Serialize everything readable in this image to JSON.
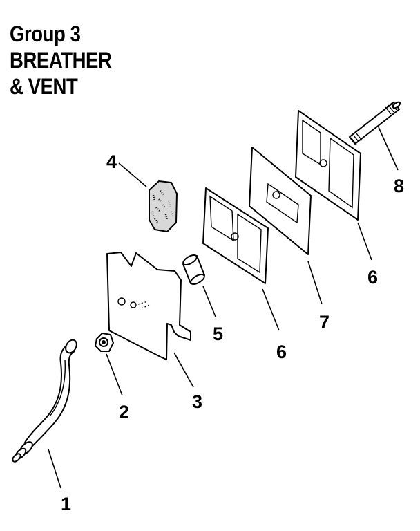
{
  "title": {
    "line1": "Group 3",
    "line2": "BREATHER",
    "line3": "& VENT"
  },
  "callouts": [
    {
      "id": "1",
      "text": "1"
    },
    {
      "id": "2",
      "text": "2"
    },
    {
      "id": "3",
      "text": "3"
    },
    {
      "id": "4",
      "text": "4"
    },
    {
      "id": "5",
      "text": "5"
    },
    {
      "id": "6a",
      "text": "6"
    },
    {
      "id": "7",
      "text": "7"
    },
    {
      "id": "6b",
      "text": "6"
    },
    {
      "id": "8",
      "text": "8"
    }
  ]
}
